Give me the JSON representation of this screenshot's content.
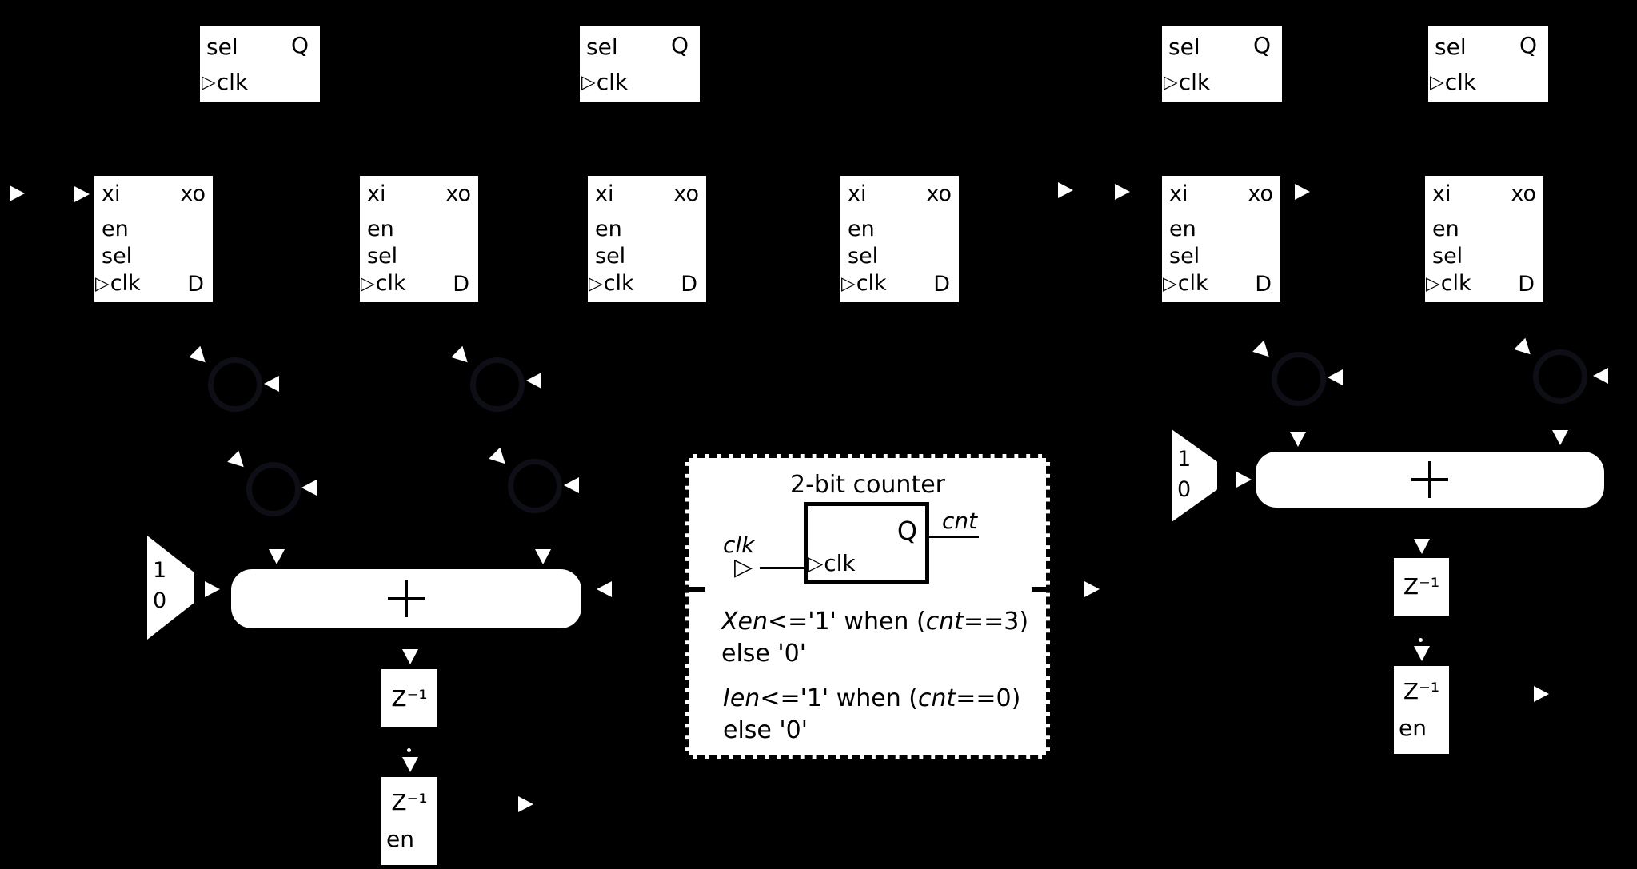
{
  "labels": {
    "sel": "sel",
    "q": "Q",
    "clk": "clk",
    "xi": "xi",
    "xo": "xo",
    "en": "en",
    "d": "D",
    "delay": "Z⁻¹",
    "mux_one": "1",
    "mux_zero": "0"
  },
  "icons": {
    "clock_wedge": "▷",
    "buffer": "▷"
  },
  "counter": {
    "title": "2-bit counter",
    "clk_signal": "clk",
    "clk_port": "clk",
    "q_port": "Q",
    "cnt_signal": "cnt",
    "xen": {
      "var": "Xen",
      "mid": "<='1' when (",
      "cnt": "cnt",
      "tail": "==3)",
      "else_line": "else '0'"
    },
    "ien": {
      "var": "Ien",
      "mid": "<='1' when (",
      "cnt": "cnt",
      "tail": "==0)",
      "else_line": "else '0'"
    }
  }
}
